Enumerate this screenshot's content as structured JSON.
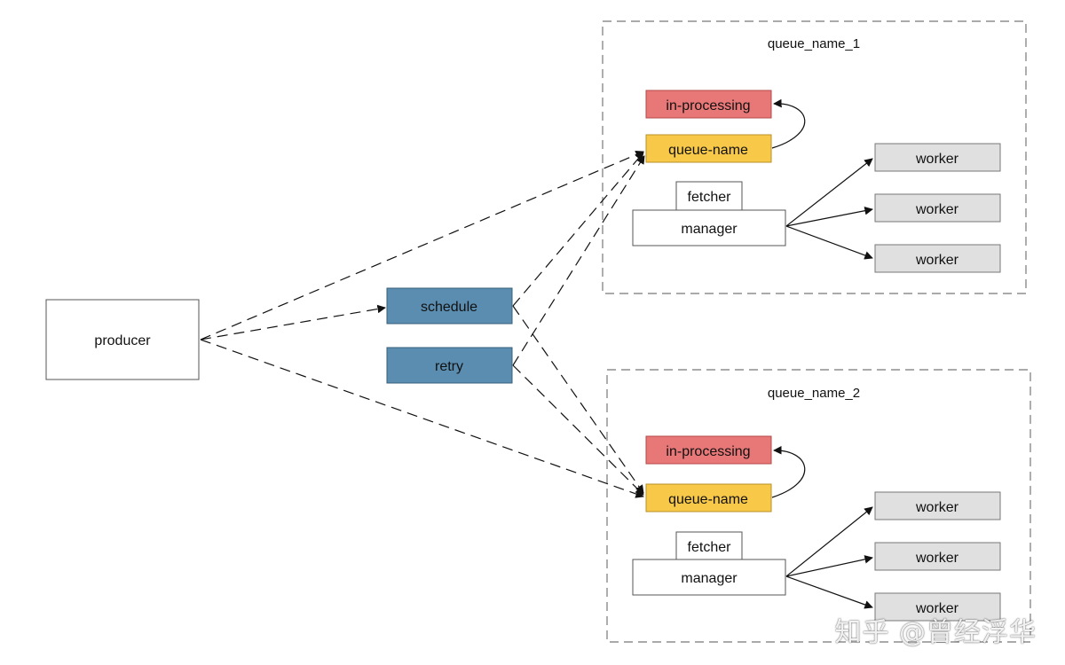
{
  "producer": {
    "label": "producer"
  },
  "schedule": {
    "label": "schedule"
  },
  "retry": {
    "label": "retry"
  },
  "queue1": {
    "title": "queue_name_1",
    "in_processing": "in-processing",
    "queue_name": "queue-name",
    "fetcher": "fetcher",
    "manager": "manager",
    "workers": [
      "worker",
      "worker",
      "worker"
    ]
  },
  "queue2": {
    "title": "queue_name_2",
    "in_processing": "in-processing",
    "queue_name": "queue-name",
    "fetcher": "fetcher",
    "manager": "manager",
    "workers": [
      "worker",
      "worker",
      "worker"
    ]
  },
  "watermark": "知乎 @曾经浮华",
  "colors": {
    "in_processing": "#e87777",
    "queue_name": "#f8c848",
    "blue": "#5a8db0",
    "worker": "#e0e0e0"
  }
}
